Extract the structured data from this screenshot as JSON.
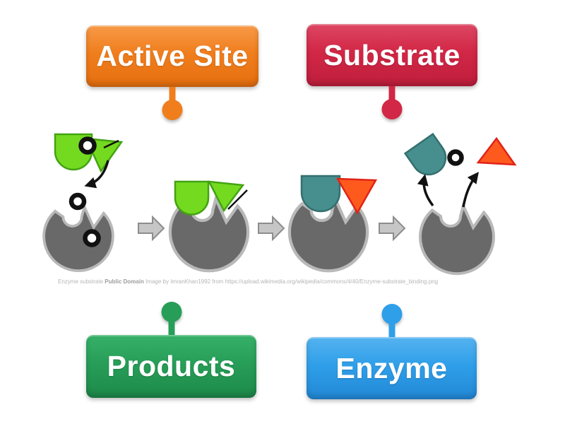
{
  "labels": {
    "active_site": {
      "text": "Active Site",
      "color": "#f07e1d"
    },
    "substrate": {
      "text": "Substrate",
      "color": "#d22746"
    },
    "products": {
      "text": "Products",
      "color": "#279e58"
    },
    "enzyme": {
      "text": "Enzyme",
      "color": "#2f9fe9"
    }
  },
  "caption": {
    "prefix": "Enzyme substrate",
    "license": "Public Domain",
    "suffix": "Image by ImranKhan1992 from https://upload.wikimedia.org/wikipedia/commons/4/40/Enzyme-substrate_binding.png"
  },
  "diagram_colors": {
    "enzyme_body": "#696969",
    "enzyme_outline": "#b9b9b9",
    "substrate_green": "#74da20",
    "product_teal": "#478e8e",
    "product_orange": "#ff5a1e",
    "step_arrow": "#c6c6c6",
    "marker_ring": "#111111"
  }
}
